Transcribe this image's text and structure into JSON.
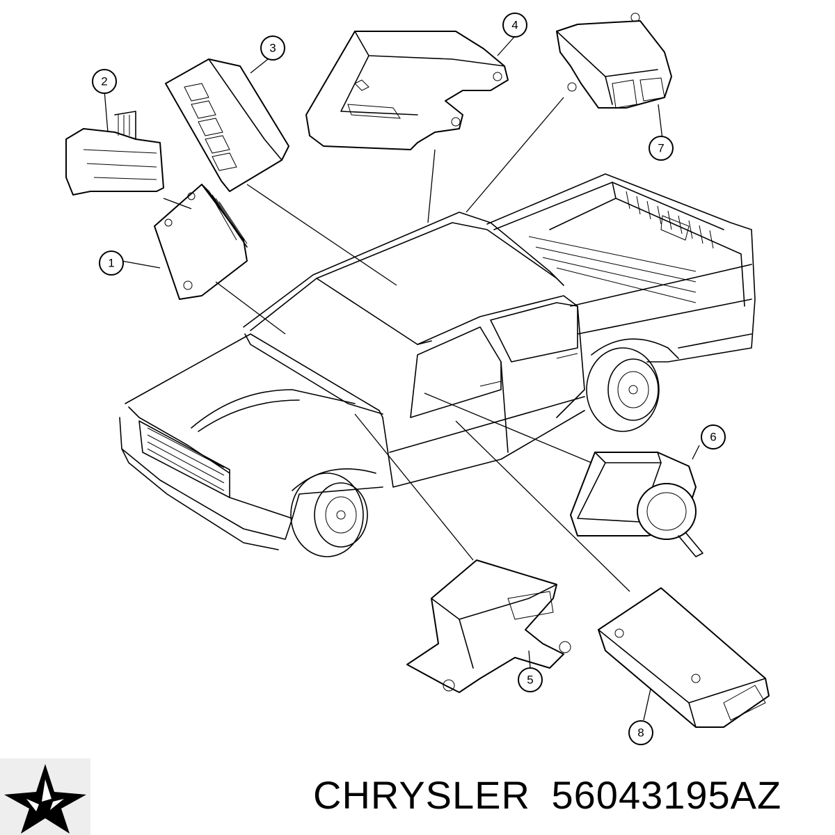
{
  "callouts": [
    {
      "label": "1"
    },
    {
      "label": "2"
    },
    {
      "label": "3"
    },
    {
      "label": "4"
    },
    {
      "label": "5"
    },
    {
      "label": "6"
    },
    {
      "label": "7"
    },
    {
      "label": "8"
    }
  ],
  "caption": {
    "brand": "CHRYSLER",
    "part_number": "56043195AZ"
  },
  "logo": {
    "icon": "chrysler-pentastar-icon",
    "color": "#000000"
  }
}
